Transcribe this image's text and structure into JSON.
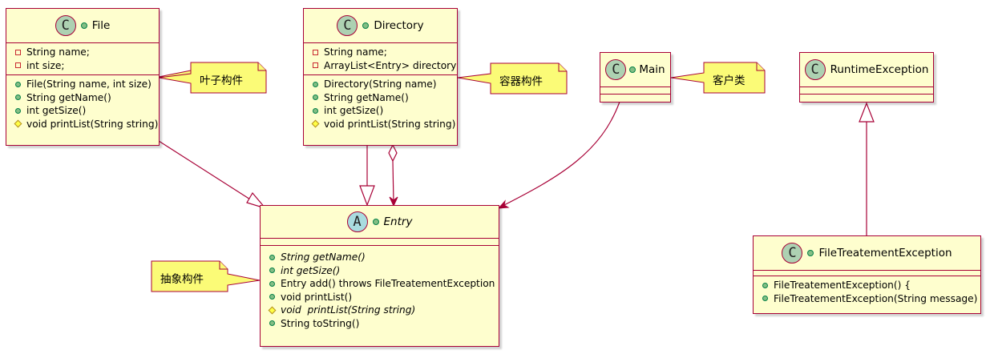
{
  "diagram": {
    "classes": {
      "file": {
        "stereotype_letter": "C",
        "name": "File",
        "fields": [
          {
            "vis": "private",
            "text": "String name;"
          },
          {
            "vis": "private",
            "text": "int size;"
          }
        ],
        "methods": [
          {
            "vis": "public",
            "text": "File(String name, int size)"
          },
          {
            "vis": "public",
            "text": "String getName()"
          },
          {
            "vis": "public",
            "text": "int getSize()"
          },
          {
            "vis": "protected",
            "text": "void printList(String string)"
          }
        ]
      },
      "directory": {
        "stereotype_letter": "C",
        "name": "Directory",
        "fields": [
          {
            "vis": "private",
            "text": "String name;"
          },
          {
            "vis": "private",
            "text": "ArrayList<Entry> directory"
          }
        ],
        "methods": [
          {
            "vis": "public",
            "text": "Directory(String name)"
          },
          {
            "vis": "public",
            "text": "String getName()"
          },
          {
            "vis": "public",
            "text": "int getSize()"
          },
          {
            "vis": "protected",
            "text": "void printList(String string)"
          }
        ]
      },
      "main": {
        "stereotype_letter": "C",
        "name": "Main"
      },
      "runtime_exception": {
        "stereotype_letter": "C",
        "name": "RuntimeException"
      },
      "entry": {
        "stereotype_letter": "A",
        "name": "Entry",
        "methods": [
          {
            "vis": "public",
            "text": "String getName()",
            "italic": true
          },
          {
            "vis": "public",
            "text": "int getSize()",
            "italic": true
          },
          {
            "vis": "public",
            "text": "Entry add() throws FileTreatementException",
            "italic": false
          },
          {
            "vis": "public",
            "text": "void printList()",
            "italic": false
          },
          {
            "vis": "protected",
            "text": "void  printList(String string)",
            "italic": true
          },
          {
            "vis": "public",
            "text": "String toString()",
            "italic": false
          }
        ]
      },
      "file_treatement_exception": {
        "stereotype_letter": "C",
        "name": "FileTreatementException",
        "methods": [
          {
            "vis": "public",
            "text": "FileTreatementException() {"
          },
          {
            "vis": "public",
            "text": "FileTreatementException(String message)"
          }
        ]
      }
    },
    "notes": {
      "file_note": "叶子构件",
      "directory_note": "容器构件",
      "main_note": "客户类",
      "entry_note": "抽象构件"
    },
    "colors": {
      "class_fill": "#FEFECE",
      "border": "#A80036",
      "class_badge": "#ADD1B2",
      "abstract_badge": "#A9DCDF",
      "note_fill": "#FBFB77"
    }
  }
}
